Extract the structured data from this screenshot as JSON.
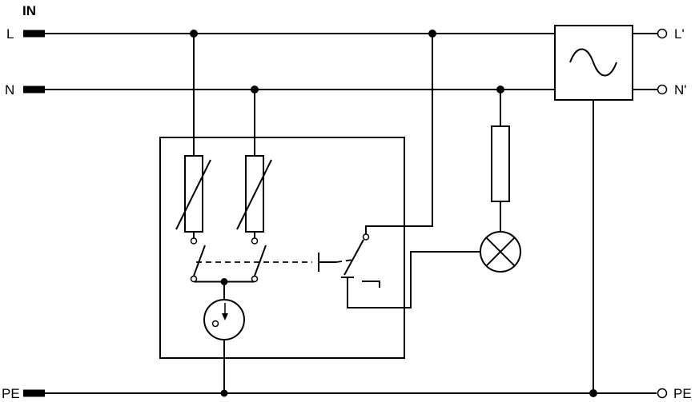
{
  "labels": {
    "in": "IN",
    "l_in": "L",
    "n_in": "N",
    "pe_in": "PE",
    "l_out": "L'",
    "n_out": "N'",
    "pe_out": "PE"
  },
  "colors": {
    "line": "#000000",
    "background": "#ffffff"
  },
  "icons": {
    "mains_filter": "sine-wave-icon",
    "indicator_lamp": "circle-x-icon",
    "varistor": "box-with-diagonal-icon",
    "thermal_disconnector": "switch-contact-icon",
    "changeover_contact": "switch-contact-icon",
    "fault_indicator": "circle-arrow-icon",
    "series_resistor": "rectangle-icon",
    "junction": "filled-dot",
    "input_terminal": "solid-bar",
    "output_terminal": "open-circle"
  }
}
